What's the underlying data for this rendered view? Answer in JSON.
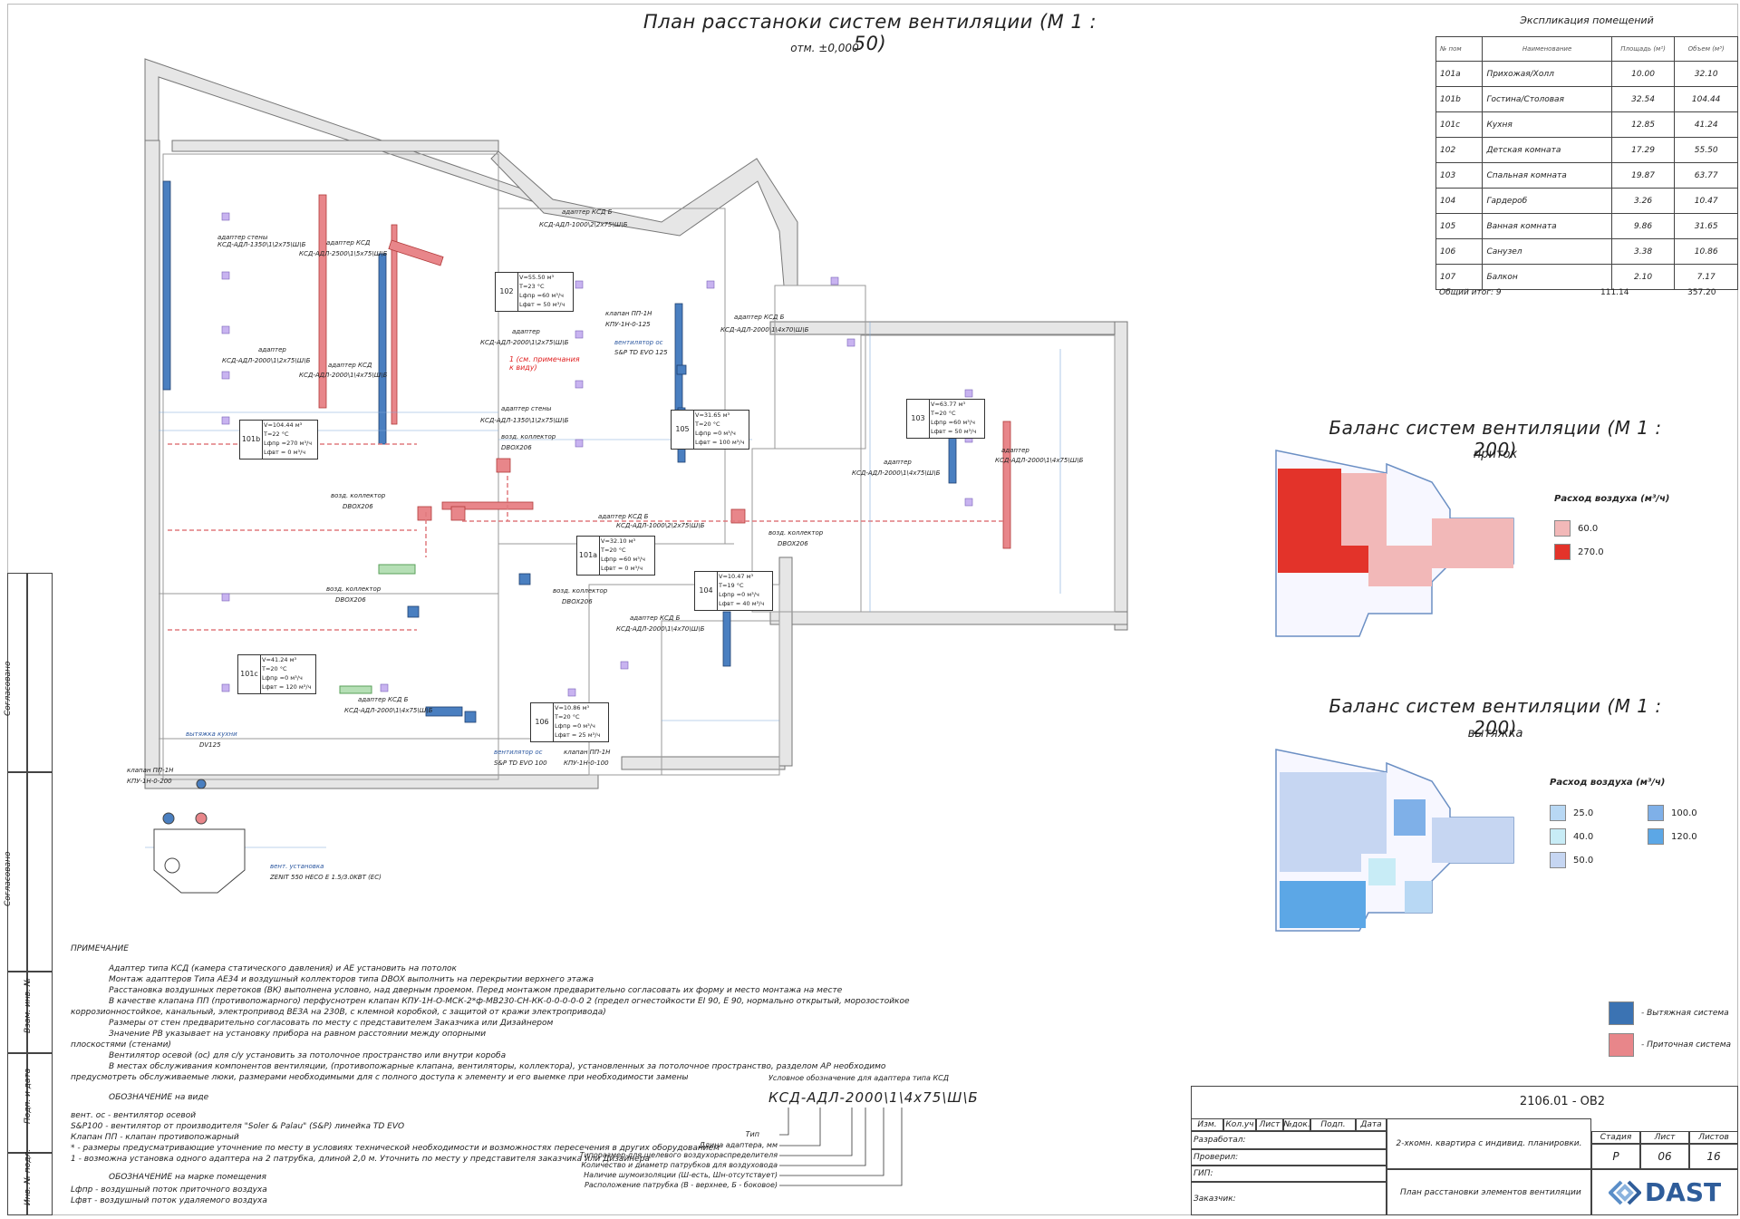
{
  "plan": {
    "title": "План расстаноки систем вентиляции (М 1 : 50)",
    "subtitle": "отм. ±0,000"
  },
  "explication": {
    "title": "Экспликация помещений",
    "headers": [
      "№ пом",
      "Наименование",
      "Площадь (м²)",
      "Объем (м³)"
    ],
    "rows": [
      [
        "101a",
        "Прихожая/Холл",
        "10.00",
        "32.10"
      ],
      [
        "101b",
        "Гостина/Столовая",
        "32.54",
        "104.44"
      ],
      [
        "101c",
        "Кухня",
        "12.85",
        "41.24"
      ],
      [
        "102",
        "Детская комната",
        "17.29",
        "55.50"
      ],
      [
        "103",
        "Спальная комната",
        "19.87",
        "63.77"
      ],
      [
        "104",
        "Гардероб",
        "3.26",
        "10.47"
      ],
      [
        "105",
        "Ванная комната",
        "9.86",
        "31.65"
      ],
      [
        "106",
        "Санузел",
        "3.38",
        "10.86"
      ],
      [
        "107",
        "Балкон",
        "2.10",
        "7.17"
      ]
    ],
    "total_label": "Общий итог: 9",
    "total_area": "111.14",
    "total_volume": "357.20"
  },
  "balance_supply": {
    "title": "Баланс систем вентиляции (М 1 : 200)",
    "subtitle": "приток",
    "legend_title": "Расход воздуха (м³/ч)",
    "legend": [
      {
        "label": "60.0",
        "color": "#f2b8b8"
      },
      {
        "label": "270.0",
        "color": "#e3332a"
      }
    ]
  },
  "balance_exhaust": {
    "title": "Баланс систем вентиляции (М 1 : 200)",
    "subtitle": "вытяжка",
    "legend_title": "Расход воздуха (м³/ч)",
    "legend": [
      {
        "label": "25.0",
        "color": "#b8d8f4"
      },
      {
        "label": "40.0",
        "color": "#c8ecf6"
      },
      {
        "label": "50.0",
        "color": "#c6d6f2"
      },
      {
        "label": "100.0",
        "color": "#7fb0e8"
      },
      {
        "label": "120.0",
        "color": "#5ca7e6"
      }
    ]
  },
  "system_legend": [
    {
      "label": "- Вытяжная система",
      "color": "#3b73b3"
    },
    {
      "label": "- Приточная система",
      "color": "#e8868a"
    }
  ],
  "rooms": [
    {
      "id": "101b",
      "lines": [
        "V=104.44 м³",
        "T=22 °С",
        "Lфпр =270 м³/ч",
        "Lфвт = 0 м³/ч"
      ]
    },
    {
      "id": "102",
      "lines": [
        "V=55.50 м³",
        "T=23 °С",
        "Lфпр =60 м³/ч",
        "Lфвт = 50 м³/ч"
      ]
    },
    {
      "id": "105",
      "lines": [
        "V=31.65 м³",
        "T=20 °С",
        "Lфпр =0 м³/ч",
        "Lфвт = 100 м³/ч"
      ]
    },
    {
      "id": "103",
      "lines": [
        "V=63.77 м³",
        "T=20 °С",
        "Lфпр =60 м³/ч",
        "Lфвт = 50 м³/ч"
      ]
    },
    {
      "id": "101a",
      "lines": [
        "V=32.10 м³",
        "T=20 °С",
        "Lфпр =60 м³/ч",
        "Lфвт = 0 м³/ч"
      ]
    },
    {
      "id": "104",
      "lines": [
        "V=10.47 м³",
        "T=19 °С",
        "Lфпр =0 м³/ч",
        "Lфвт = 40 м³/ч"
      ]
    },
    {
      "id": "101c",
      "lines": [
        "V=41.24 м³",
        "T=20 °С",
        "Lфпр =0 м³/ч",
        "Lфвт = 120 м³/ч"
      ]
    },
    {
      "id": "106",
      "lines": [
        "V=10.86 м³",
        "T=20 °С",
        "Lфпр =0 м³/ч",
        "Lфвт = 25 м³/ч"
      ]
    }
  ],
  "plan_labels": {
    "l1": "адаптер стены",
    "l2": "КСД-АДЛ-1350\\1\\2x75\\Ш\\Б",
    "l3": "адаптер КСД",
    "l4": "КСД-АДЛ-2500\\1\\5x75\\Ш\\Б",
    "l5": "адаптер",
    "l6": "КСД-АДЛ-2000\\1\\2x75\\Ш\\Б",
    "l7": "адаптер КСД",
    "l8": "КСД-АДЛ-2000\\1\\4x75\\Ш\\Б",
    "l9": "адаптер КСД Б",
    "l10": "КСД-АДЛ-1000\\2\\2x75\\Ш\\Б",
    "l11": "адаптер",
    "l12": "КСД-АДЛ-2000\\1\\2x75\\Ш\\Б",
    "l13": "1 (см. примечания к виду)",
    "l14": "адаптер стены",
    "l15": "КСД-АДЛ-1350\\1\\2x75\\Ш\\Б",
    "l16": "возд. коллектор",
    "l17": "DBOX206",
    "l18": "клапан ПП-1Н",
    "l19": "КПУ-1Н-0-125",
    "l20": "вентилятор ос",
    "l21": "S&P TD EVO 125",
    "l22": "адаптер КСД Б",
    "l23": "КСД-АДЛ-2000\\1\\4x70\\Ш\\Б",
    "l24": "адаптер",
    "l25": "КСД-АДЛ-2000\\1\\4x75\\Ш\\Б",
    "l26": "адаптер",
    "l27": "КСД-АДЛ-2000\\1\\4x75\\Ш\\Б",
    "l28": "адаптер КСД Б",
    "l29": "КСД-АДЛ-1000\\2\\2x75\\Ш\\Б",
    "l30": "возд. коллектор",
    "l31": "DBOX206",
    "l32": "возд. коллектор",
    "l33": "DBOX206",
    "l34": "возд. коллектор",
    "l35": "DBOX206",
    "l36": "возд. коллектор",
    "l37": "DBOX206",
    "l38": "адаптер КСД Б",
    "l39": "КСД-АДЛ-2000\\1\\4x70\\Ш\\Б",
    "l40": "адаптер КСД Б",
    "l41": "КСД-АДЛ-2000\\1\\4x75\\Ш\\Б",
    "l42": "вентилятор ос",
    "l43": "S&P TD EVO 100",
    "l44": "клапан ПП-1Н",
    "l45": "КПУ-1Н-0-100",
    "l46": "вытяжка кухни",
    "l47": "DV125",
    "l48": "клапан ПП-1Н",
    "l49": "КПУ-1Н-0-200",
    "l50": "вент. установка",
    "l51": "ZENIT 550 HECO E 1.5/3.0KВT (EC)"
  },
  "notes": {
    "heading": "ПРИМЕЧАНИЕ",
    "lines": [
      "Адаптер типа КСД (камера статического давления) и АЕ установить на потолок",
      "Монтаж адаптеров Типа АЕ34 и воздушный коллекторов типа DBOX выполнить на перекрытии верхнего этажа",
      "Расстановка воздушных перетоков (ВК) выполнена условно, над дверным проемом. Перед монтажом предварительно согласовать их форму и место монтажа на месте",
      "В качестве клапана ПП (противопожарного) перфуснотрен клапан КПУ-1Н-О-МСК-2*ф-МВ230-СН-КК-0-0-0-0-0 2 (предел огнестойкости EI 90, E 90, нормально открытый, морозостойкое",
      "коррозионностойкое, канальный, электропривод ВЕЗА на 230В, с клемной коробкой, с защитой от кражи электропривода)",
      "Размеры от стен предварительно согласовать по месту с представителем Заказчика или Дизайнером",
      "Значение РВ указывает на установку прибора на равном расстоянии между опорными",
      "плоскостями (стенами)",
      "Вентилятор осевой (ос) для с/у установить за потолочное пространство или внутри короба",
      "В местах обслуживания компонентов вентиляции, (противопожарные клапана, вентиляторы, коллектора), установленных за потолочное пространство, разделом АР необходимо",
      "предусмотреть обслуживаемые люки, размерами необходимыми для с полного доступа к элементу и его выемке при необходимости замены"
    ],
    "legend_heading": "ОБОЗНАЧЕНИЕ на виде",
    "legend_lines": [
      "вент. ос    - вентилятор осевой",
      "S&P100      - вентилятор от производителя \"Soler & Palau\" (S&P) линейка TD EVO",
      "Клапан ПП  - клапан противопожарный",
      "*              - размеры предусматривающие уточнение по месту в условиях технической необходимости и возможностях пересечения в других оборудованием",
      "1              - возможна установка одного адаптера на 2 патрубка, длиной 2,0 м. Уточнить по месту у представителя заказчика или Дизайнера"
    ],
    "room_legend_heading": "ОБОЗНАЧЕНИЕ на марке помещения",
    "room_legend_lines": [
      "Lфпр - воздушный поток приточного воздуха",
      "Lфвт - воздушный поток удаляемого воздуха"
    ]
  },
  "designation": {
    "caption": "Условное обозначение для адаптера типа КСД",
    "code": "КСД-АДЛ-2000\\1\\4x75\\Ш\\Б",
    "items": [
      "Тип",
      "Длина адаптера, мм",
      "Типоразмер для щелевого воздухораспределителя",
      "Количество и диаметр патрубков для воздуховода",
      "Наличие шумоизоляции (Ш-есть, Шн-отсутствует)",
      "Расположение патрубка (В - верхнее, Б - боковое)"
    ]
  },
  "title_block": {
    "code": "2106.01 - ОВ2",
    "project": "2-хкомн. квартира с индивид. планировки.",
    "sheet_title": "План расстановки элементов вентиляции",
    "headers": [
      "Изм.",
      "Кол.уч",
      "Лист",
      "№док.",
      "Подп.",
      "Дата"
    ],
    "roles": [
      "Разработал:",
      "Проверил:",
      "ГИП:",
      "Заказчик:"
    ],
    "stage_labels": [
      "Стадия",
      "Лист",
      "Листов"
    ],
    "stage_values": [
      "Р",
      "06",
      "16"
    ],
    "logo": "DAST"
  },
  "side_stamps": [
    "Согласовано",
    "Согласовано",
    "Взам. инв. №",
    "Подп. и дата",
    "Инв. № подл."
  ]
}
